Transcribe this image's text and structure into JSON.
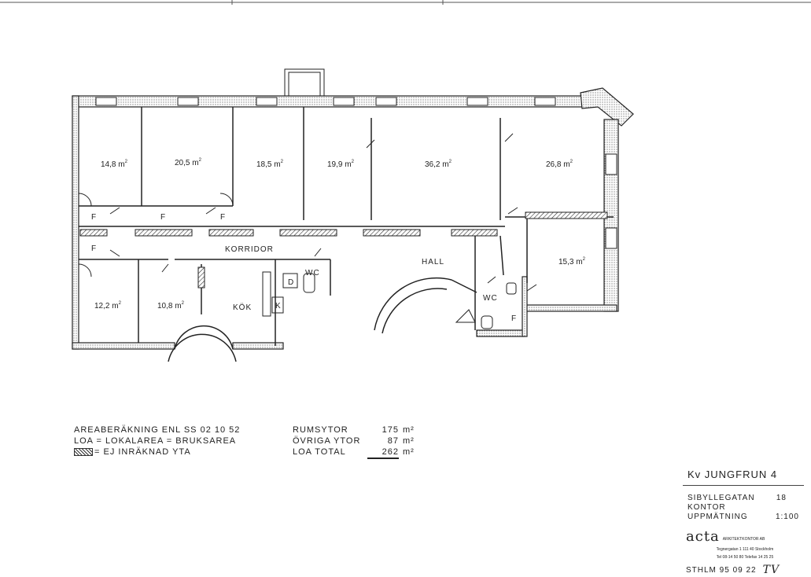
{
  "rooms": {
    "r1": "14,8 m",
    "r2": "20,5 m",
    "r3": "18,5 m",
    "r4": "19,9 m",
    "r5": "36,2 m",
    "r6": "26,8 m",
    "r7": "15,3 m",
    "r8": "12,2 m",
    "r9": "10,8 m",
    "sq": "2"
  },
  "labels": {
    "korridor": "KORRIDOR",
    "hall": "HALL",
    "kok": "KÖK",
    "wc": "WC",
    "f": "F",
    "k": "K",
    "d": "D"
  },
  "legend": {
    "line1": "AREABERÄKNING ENL SS 02 10 52",
    "line2": "LOA = LOKALAREA = BRUKSAREA",
    "line3": "= EJ INRÄKNAD YTA"
  },
  "areas": {
    "rumsytor_label": "RUMSYTOR",
    "rumsytor_value": "175",
    "ovriga_label": "ÖVRIGA YTOR",
    "ovriga_value": "87",
    "total_label": "LOA TOTAL",
    "total_value": "262",
    "unit": "m²"
  },
  "title_block": {
    "property": "Kv JUNGFRUN 4",
    "street": "SIBYLLEGATAN",
    "street_no": "18",
    "use": "KONTOR",
    "type": "UPPMÄTNING",
    "scale": "1:100",
    "firm_logo": "acta",
    "firm_name": "ARKITEKTKONTOR AB",
    "address": "Tegnergatan 1 111 40 Stockholm",
    "phone": "Tel 08-14 50 80 Telefax 14 25 25",
    "date": "STHLM 95 09 22",
    "signature": "TV"
  }
}
